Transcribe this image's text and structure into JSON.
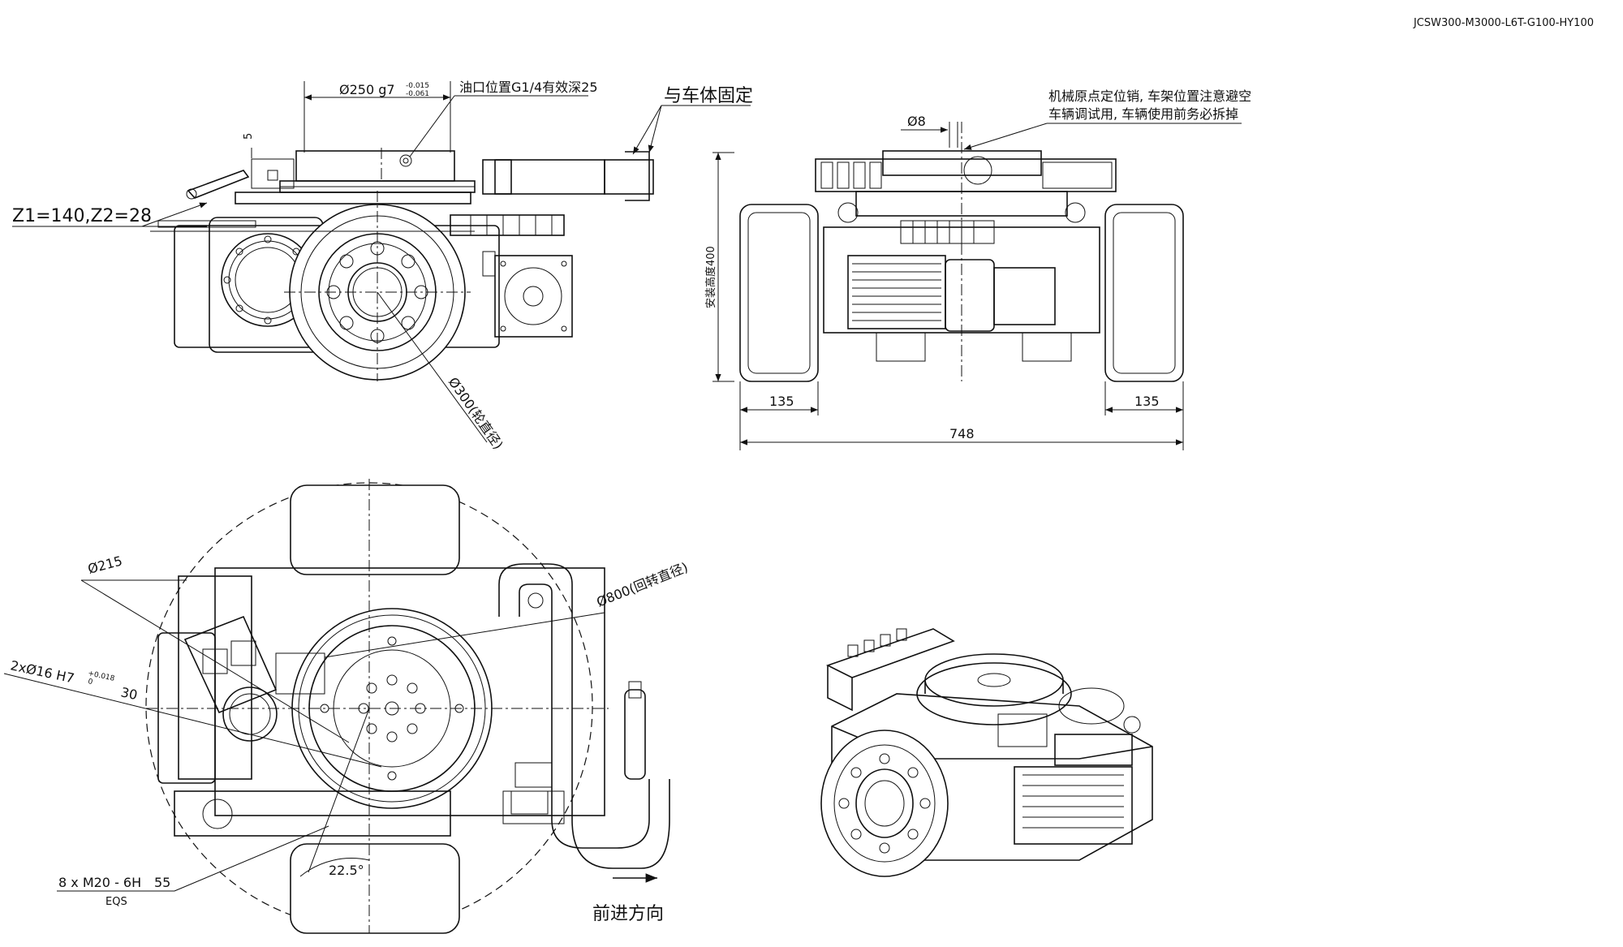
{
  "drawing": {
    "code": "JCSW300-M3000-L6T-G100-HY100"
  },
  "side_view": {
    "flange_dia": "Ø250 g7",
    "flange_tol_upper": "-0.015",
    "flange_tol_lower": "-0.061",
    "oil_port": "油口位置G1/4有效深25",
    "fix_to_body": "与车体固定",
    "gear_ratio": "Z1=140,Z2=28",
    "dim_5": "5",
    "wheel_dia": "Ø300(轮直径)"
  },
  "front_view": {
    "pin_dia": "Ø8",
    "note_line1": "机械原点定位销, 车架位置注意避空",
    "note_line2": "车辆调试用, 车辆使用前务必拆掉",
    "install_height": "安装高度400",
    "wheel_width_left": "135",
    "wheel_width_right": "135",
    "overall_width": "748"
  },
  "top_view": {
    "bolt_circle": "Ø215",
    "swing_dia": "Ø800(回转直径)",
    "pin_holes": "2xØ16 H7",
    "pin_tol_upper": "+0.018",
    "pin_tol_lower": "0",
    "pin_depth": "30",
    "thread_spec": "8 x  M20 - 6H",
    "thread_depth": "55",
    "eqs": "EQS",
    "angle": "22.5°",
    "forward": "前进方向"
  }
}
